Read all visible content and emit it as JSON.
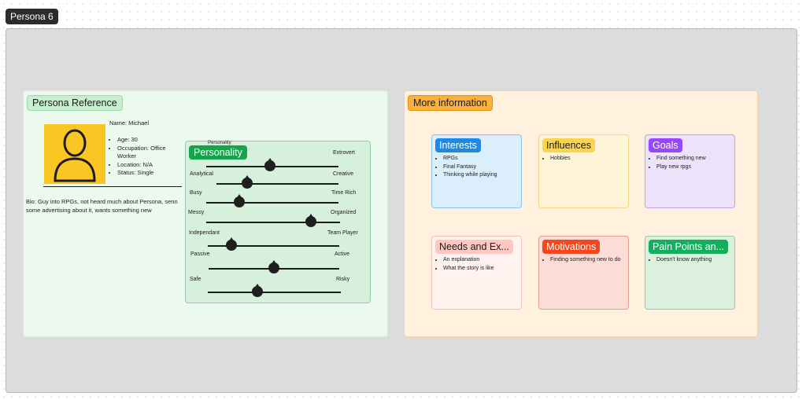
{
  "frame": {
    "title": "Persona 6"
  },
  "persona_reference": {
    "title": "Persona Reference",
    "name_line": "Name: Michael",
    "details": [
      "Age: 30",
      "Occupation: Office Worker",
      "Location: N/A",
      "Status: Single"
    ],
    "bio": "Bio: Guy into RPGs, not heard much about Persona, senn some advertising about it, wants something new",
    "personality": {
      "ghost_label": "Personality",
      "title": "Personality",
      "sliders": [
        {
          "left": "",
          "right": "Extrovert",
          "value": 0.48
        },
        {
          "left": "Analytical",
          "right": "Creative",
          "value": 0.25
        },
        {
          "left": "Busy",
          "right": "Time Rich",
          "value": 0.25
        },
        {
          "left": "Messy",
          "right": "Organized",
          "value": 0.78
        },
        {
          "left": "Independant",
          "right": "Team Player",
          "value": 0.18
        },
        {
          "left": "Passive",
          "right": "Active",
          "value": 0.5
        },
        {
          "left": "Safe",
          "right": "Risky",
          "value": 0.37
        }
      ]
    }
  },
  "more_information": {
    "title": "More information",
    "cards": [
      {
        "title": "Interests",
        "items": [
          "RPGs",
          "Final Fantasy",
          "Thinking while playing"
        ],
        "bg": "#dbeefb",
        "border": "#8cc3e8",
        "tag_bg": "#1e88e5",
        "tag_fg": "#ffffff"
      },
      {
        "title": "Influences",
        "items": [
          "Hobbies"
        ],
        "bg": "#fff5d9",
        "border": "#f3d785",
        "tag_bg": "#fcd34d",
        "tag_fg": "#1b1b1b"
      },
      {
        "title": "Goals",
        "items": [
          "Find something new",
          "Play new rpgs"
        ],
        "bg": "#ece3fb",
        "border": "#bda2ec",
        "tag_bg": "#9747ff",
        "tag_fg": "#ffffff"
      },
      {
        "title": "Needs and Ex...",
        "items": [
          "An explanation",
          "What the story is like"
        ],
        "bg": "#fff2ef",
        "border": "#f2c2b8",
        "tag_bg": "#ffc7c2",
        "tag_fg": "#1b1b1b"
      },
      {
        "title": "Motivations",
        "items": [
          "Finding something new to do"
        ],
        "bg": "#fbdcd6",
        "border": "#e59d92",
        "tag_bg": "#f24822",
        "tag_fg": "#ffffff"
      },
      {
        "title": "Pain Points an...",
        "items": [
          "Doesn't know anything"
        ],
        "bg": "#dcf0e0",
        "border": "#8fcf9e",
        "tag_bg": "#14ae5c",
        "tag_fg": "#ffffff"
      }
    ]
  }
}
